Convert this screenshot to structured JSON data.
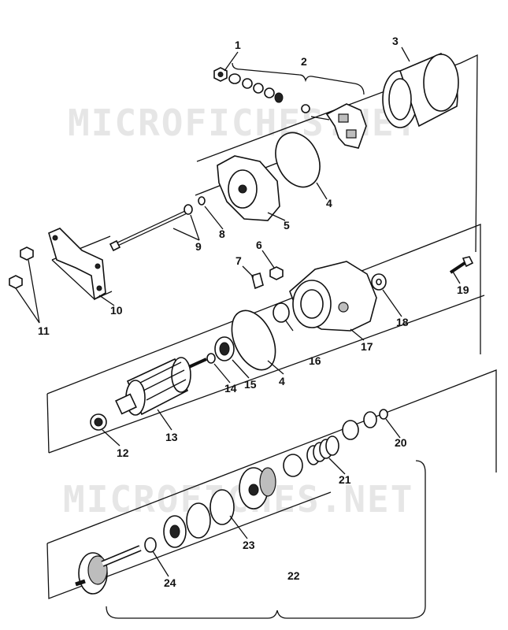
{
  "watermarks": {
    "top": "MICROFICHES.NET",
    "bottom": "MICROFICHES.NET"
  },
  "callouts": [
    "1",
    "2",
    "3",
    "4",
    "5",
    "6",
    "7",
    "8",
    "9",
    "10",
    "11",
    "12",
    "13",
    "14",
    "15",
    "4",
    "16",
    "17",
    "18",
    "19",
    "20",
    "21",
    "22",
    "23",
    "24"
  ],
  "icons": [
    "nut",
    "washer-stack",
    "brush-holder",
    "yoke",
    "o-ring",
    "end-cover",
    "washer",
    "through-bolt",
    "bracket",
    "bolt",
    "bearing",
    "armature",
    "gear-housing",
    "clutch",
    "spring",
    "pinion-gear",
    "circlip"
  ]
}
